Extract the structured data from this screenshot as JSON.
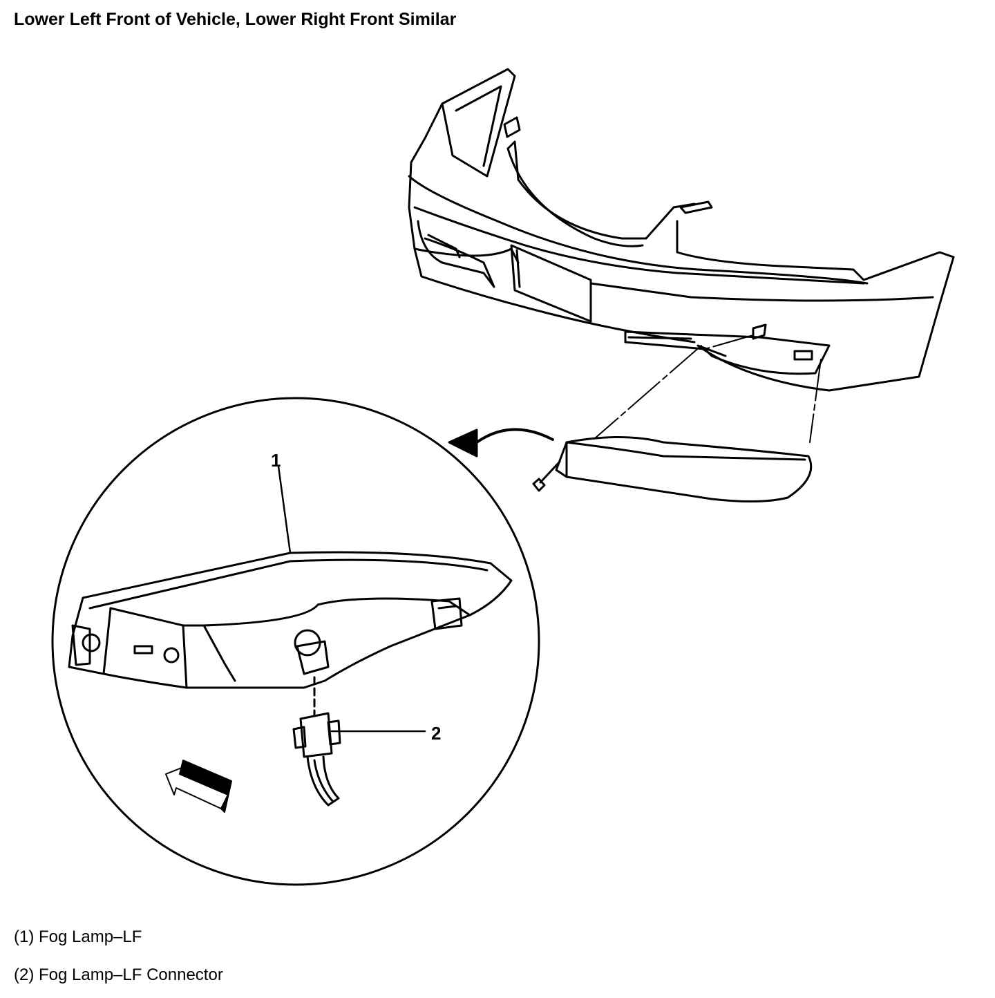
{
  "title": "Lower Left Front of Vehicle, Lower Right Front Similar",
  "callouts": [
    {
      "number": "1",
      "label": "Fog Lamp–LF"
    },
    {
      "number": "2",
      "label": "Fog Lamp–LF Connector"
    }
  ],
  "legend": [
    "(1) Fog Lamp–LF",
    "(2) Fog Lamp–LF Connector"
  ]
}
